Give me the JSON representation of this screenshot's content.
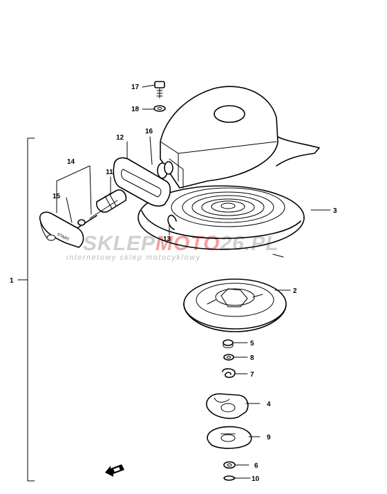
{
  "diagram": {
    "callouts": {
      "c1": "1",
      "c2": "2",
      "c3": "3",
      "c4": "4",
      "c5": "5",
      "c6": "6",
      "c7": "7",
      "c8": "8",
      "c9": "9",
      "c10": "10",
      "c11": "11",
      "c12": "12",
      "c13": "13",
      "c14": "14",
      "c15": "15",
      "c16": "16",
      "c17": "17",
      "c18": "18"
    },
    "handle_text": "START"
  },
  "watermark": {
    "prefix": "SKLEP",
    "brand": "MOTO",
    "suffix": "26.PL",
    "tagline": "internetowy sklep motocyklowy"
  }
}
